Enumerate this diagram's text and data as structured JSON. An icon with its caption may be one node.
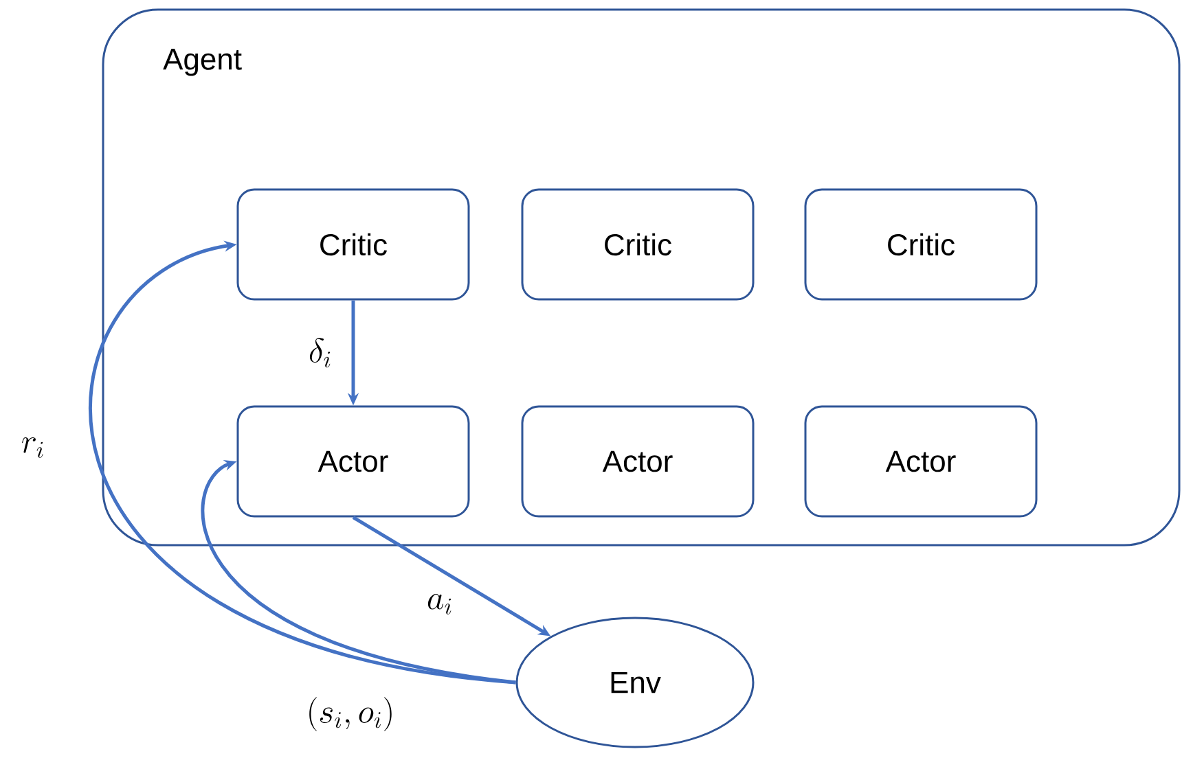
{
  "diagram": {
    "nodes": [
      {
        "text": [
          "Agent"
        ]
      },
      {
        "text": [
          "Critic"
        ],
        "in": 0
      },
      {
        "text": [
          "Critic"
        ],
        "in": 0
      },
      {
        "text": [
          "Critic"
        ],
        "in": 0
      },
      {
        "text": [
          "Actor"
        ],
        "in": 0
      },
      {
        "text": [
          "Actor"
        ],
        "in": 0
      },
      {
        "text": [
          "Actor"
        ],
        "in": 0
      },
      {
        "text": [
          "Env"
        ]
      }
    ],
    "edges": [
      {
        "from": 1,
        "to": 4,
        "arrow": "to",
        "label": "\\delta_i"
      },
      {
        "from": 4,
        "to": 7,
        "arrow": "to",
        "label": "a_i"
      },
      {
        "from": 7,
        "to": 1,
        "arrow": "to",
        "label": "r_i"
      },
      {
        "from": 7,
        "to": 4,
        "arrow": "to",
        "label": "(s_i, o_i)"
      }
    ]
  }
}
